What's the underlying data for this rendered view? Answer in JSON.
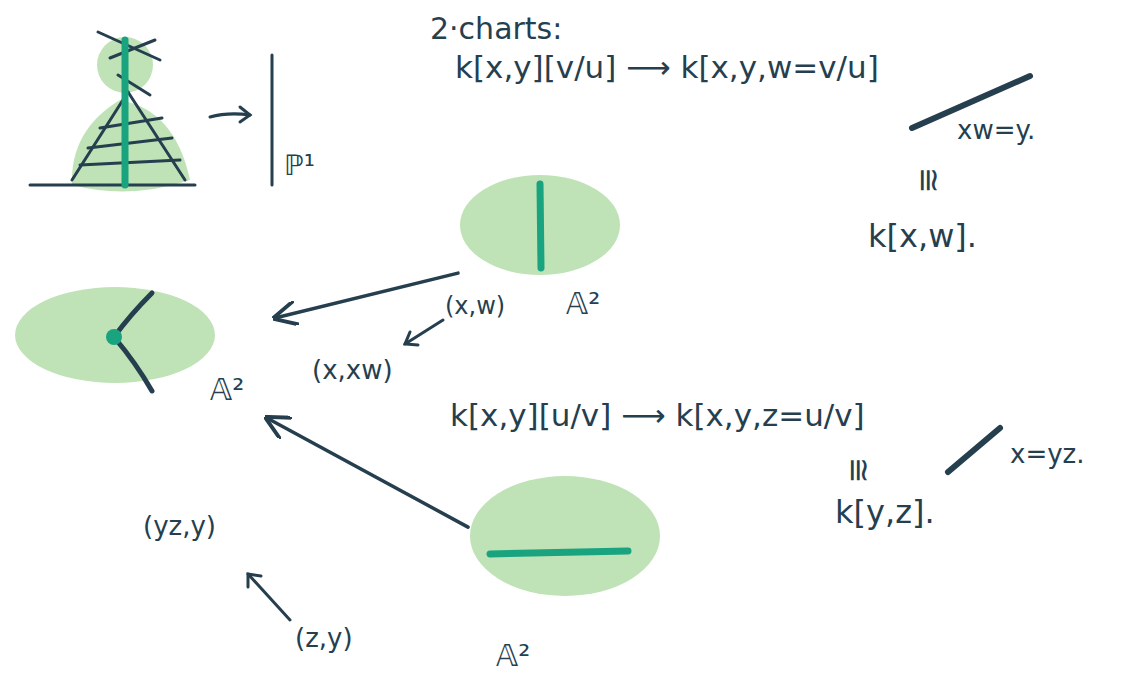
{
  "diagram": {
    "nodes": [
      {
        "text": [
          "𝔸²"
        ]
      },
      {
        "text": [
          "𝔸²"
        ]
      },
      {
        "text": [
          "𝔸²"
        ]
      }
    ],
    "edges": [
      {
        "from": 0,
        "to": 1,
        "arrow": "to"
      },
      {
        "from": 2,
        "to": 1,
        "arrow": "to"
      }
    ],
    "labels": [
      "2·charts:",
      "k[x,y][v/u] ⟶ k[x,y,w=v/u]",
      "xw=y.",
      "≅",
      "k[x,w].",
      "(x,w)",
      "(x,xw)",
      "k[x,y][u/v] ⟶ k[x,y,z=u/v]",
      "x=yz.",
      "≅",
      "k[y,z].",
      "(yz,y)",
      "(z,y)",
      "ℙ¹"
    ]
  }
}
